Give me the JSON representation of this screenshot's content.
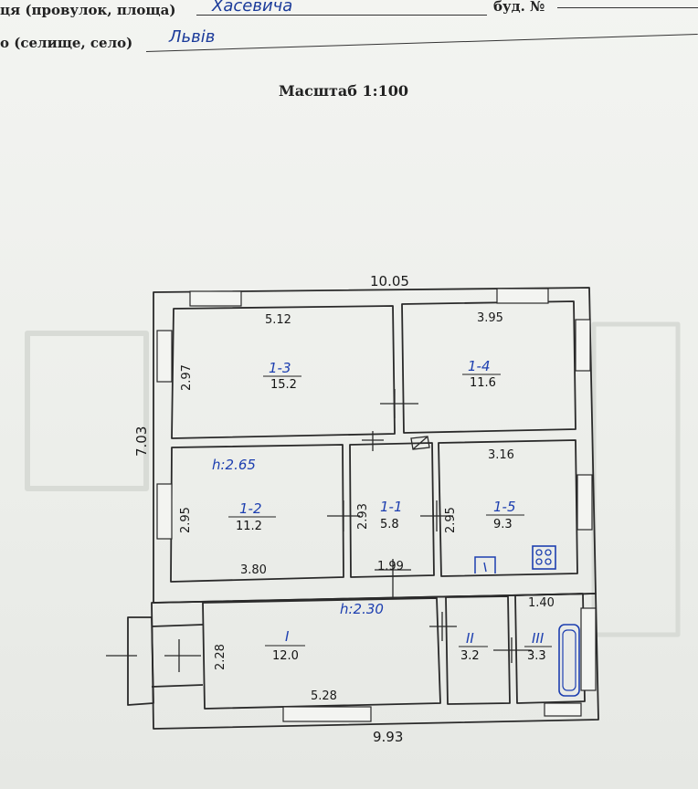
{
  "header": {
    "street_label": "ця (провулок, площа)",
    "street_value": "Хасевича",
    "building_label": "буд. №",
    "city_label": "о (селище, село)",
    "city_value": "Львів"
  },
  "scale_title": "Масштаб 1:100",
  "overall": {
    "top_width": "10.05",
    "bottom_width": "9.93",
    "left_height": "7.03"
  },
  "heights": {
    "main": "h:2.65",
    "annex": "h:2.30"
  },
  "rooms": [
    {
      "id": "1-3",
      "area": "15.2",
      "width": "5.12",
      "depth": "2.97"
    },
    {
      "id": "1-4",
      "area": "11.6",
      "width": "3.95"
    },
    {
      "id": "1-2",
      "area": "11.2",
      "width": "3.80",
      "depth": "2.95"
    },
    {
      "id": "1-1",
      "area": "5.8",
      "width": "1.99",
      "depth": "2.93"
    },
    {
      "id": "1-5",
      "area": "9.3",
      "width": "3.16",
      "depth": "2.95"
    },
    {
      "id": "I",
      "area": "12.0",
      "width": "5.28",
      "depth": "2.28"
    },
    {
      "id": "II",
      "area": "3.2"
    },
    {
      "id": "III",
      "area": "3.3",
      "width": "1.40"
    }
  ],
  "icons": [
    "stove-icon",
    "sink-icon",
    "bathtub-icon"
  ],
  "colors": {
    "ink_blue": "#1d3fb0",
    "wall": "#2a2a2a"
  }
}
